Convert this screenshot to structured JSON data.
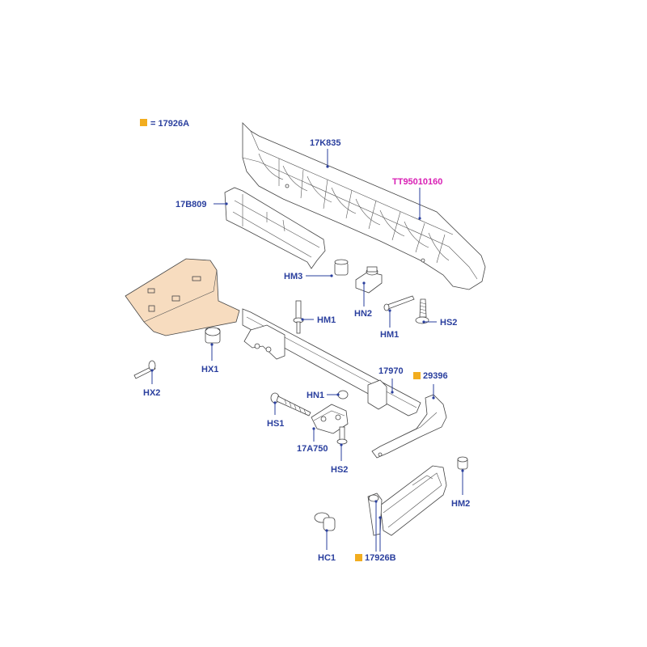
{
  "legend": {
    "text": "= 17926A",
    "marker_color": "#f2ad1f"
  },
  "colors": {
    "label": "#2a3f9e",
    "highlight_label": "#d81fb4",
    "shaded_part": "#f7dcbf"
  },
  "labels": {
    "p17K835": "17K835",
    "pTT": "TT95010160",
    "p17B809": "17B809",
    "pHM3": "HM3",
    "pHN2": "HN2",
    "pHM1a": "HM1",
    "pHM1b": "HM1",
    "pHS2a": "HS2",
    "pHX1": "HX1",
    "pHX2": "HX2",
    "p17970": "17970",
    "p29396": "29396",
    "pHN1": "HN1",
    "pHS1": "HS1",
    "p17A750": "17A750",
    "pHS2b": "HS2",
    "pHM2": "HM2",
    "pHC1": "HC1",
    "p17926B": "17926B"
  }
}
